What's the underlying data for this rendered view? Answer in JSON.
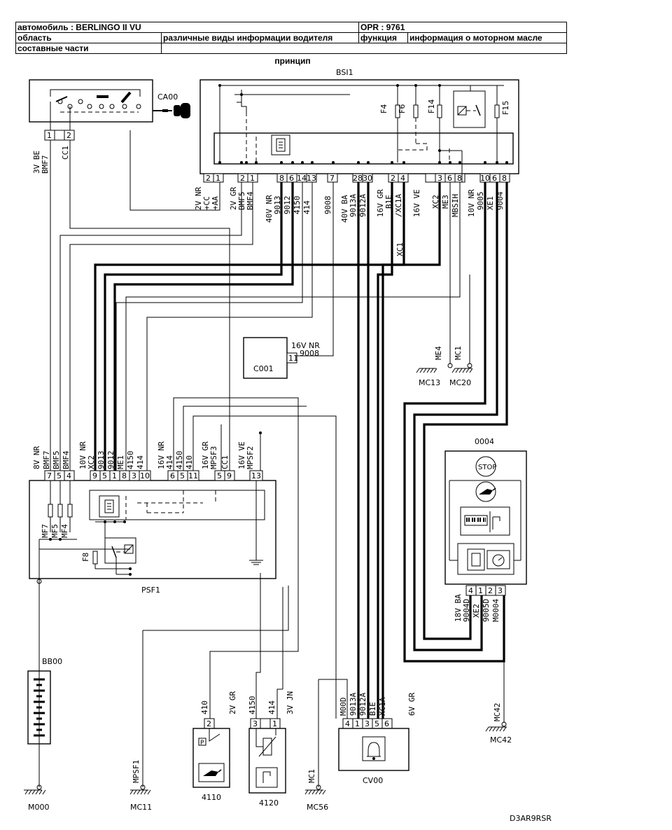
{
  "header": {
    "vehicle": "автомобиль : BERLINGO II VU",
    "opr": "OPR : 9761",
    "area_label": "область",
    "area_value": "различные виды информации водителя",
    "function_label": "функция",
    "function_value": "информация о моторном масле",
    "parts_label": "составные части",
    "parts_value": ""
  },
  "principle": "принцип",
  "components": {
    "bsi": "BSI1",
    "ca00": "CA00",
    "c001": "C001",
    "psf1": "PSF1",
    "panel": "0004",
    "bb00": "BB00",
    "m000": "M000",
    "mc11": "MC11",
    "mc13": "MC13",
    "mc20": "MC20",
    "mc42": "MC42",
    "mc56": "MC56",
    "s4110": "4110",
    "s4120": "4120",
    "cv00": "CV00",
    "stop": "STOP"
  },
  "fuses": {
    "f4": "F4",
    "f6": "F6",
    "f14": "F14",
    "f15": "F15",
    "f8": "F8",
    "mf7": "MF7",
    "mf5": "MF5",
    "mf4": "MF4"
  },
  "connectors": {
    "bsi_2v_nr": "2V NR",
    "bsi_cc": "+CC",
    "bsi_aa": "+AA",
    "bsi_2v_gr": "2V GR",
    "bsi_bmf5": "BMF5",
    "bsi_bmf4": "BMF4",
    "bsi_40v_nr": "40V NR",
    "bsi_40v_ba": "40V BA",
    "bsi_16v_gr": "16V GR",
    "bsi_b1e": "B1E",
    "bsi_xc1a": "/XC1A",
    "bsi_16v_ve": "16V VE",
    "bsi_xc2": "XC2",
    "bsi_me3": "ME3",
    "bsi_mbsih": "MBSIH",
    "bsi_10v_nr": "10V NR",
    "bsi_xe1": "XE1",
    "ca_3v_be": "3V BE",
    "ca_bmf7": "BMF7",
    "ca_cc1": "CC1",
    "xc1": "XC1",
    "me4": "ME4",
    "mc1a": "MC1",
    "mc1b": "MC1",
    "c001_16v_nr": "16V NR",
    "psf_8v_nr": "8V NR",
    "psf_bmf7": "BMF7",
    "psf_bmf5": "BMF5",
    "psf_bmf4": "BMF4",
    "psf_10v_nr": "10V NR",
    "psf_xc2": "XC2",
    "psf_me1": "ME1",
    "psf_16v_nr": "16V NR",
    "psf_16v_gr": "16V GR",
    "psf_mpsf3": "MPSF3",
    "psf_cc1": "CC1",
    "psf_16v_ve": "16V VE",
    "psf_mpsf2": "MPSF2",
    "p_18v_ba": "18V BA",
    "p_xe2": "XE2",
    "p_m0004": "M0004",
    "mpsf1": "MPSF1",
    "mc42w": "MC42",
    "s4110_2v_gr": "2V GR",
    "s4120_3v_jn": "3V JN",
    "cv_m00d": "M00D",
    "cv_b1e": "B1E",
    "cv_xc1a": "XC1A",
    "cv_6v_gr": "6V GR"
  },
  "wires": {
    "w9013": "9013",
    "w9012": "9012",
    "w4150": "4150",
    "w414": "414",
    "w9008": "9008",
    "w9013a": "9013A",
    "w9012a": "9012A",
    "w9005": "9005",
    "w9004": "9004",
    "w9004d": "9004D",
    "w9005d": "9005D",
    "w410": "410",
    "w4150b": "4150",
    "w414b": "414",
    "c001_9008": "9008",
    "psf_9013": "9013",
    "psf_9012": "9012",
    "psf_4150": "4150",
    "psf_414": "414",
    "psf_414b": "414",
    "psf_4150b": "4150",
    "psf_410": "410",
    "cv_9013a": "9013A",
    "cv_9012a": "9012A"
  },
  "pins": {
    "bsi": [
      "2",
      "1",
      "2",
      "1",
      "8",
      "6",
      "14",
      "13",
      "7",
      "28",
      "30",
      "2",
      "4",
      "3",
      "6",
      "8",
      "10",
      "6",
      "8"
    ],
    "ca00": [
      "1",
      "2"
    ],
    "c001": [
      "11"
    ],
    "psf_left": [
      "7",
      "5",
      "4"
    ],
    "psf_mid": [
      "9",
      "5",
      "1",
      "8",
      "3",
      "10"
    ],
    "psf_right": [
      "6",
      "5",
      "11",
      "5",
      "9",
      "13"
    ],
    "panel": [
      "4",
      "1",
      "2",
      "3"
    ],
    "s4110": [
      "2"
    ],
    "s4120": [
      "3",
      "1"
    ],
    "cv00": [
      "4",
      "1",
      "3",
      "5",
      "6"
    ]
  },
  "footer_code": "D3AR9RSR"
}
